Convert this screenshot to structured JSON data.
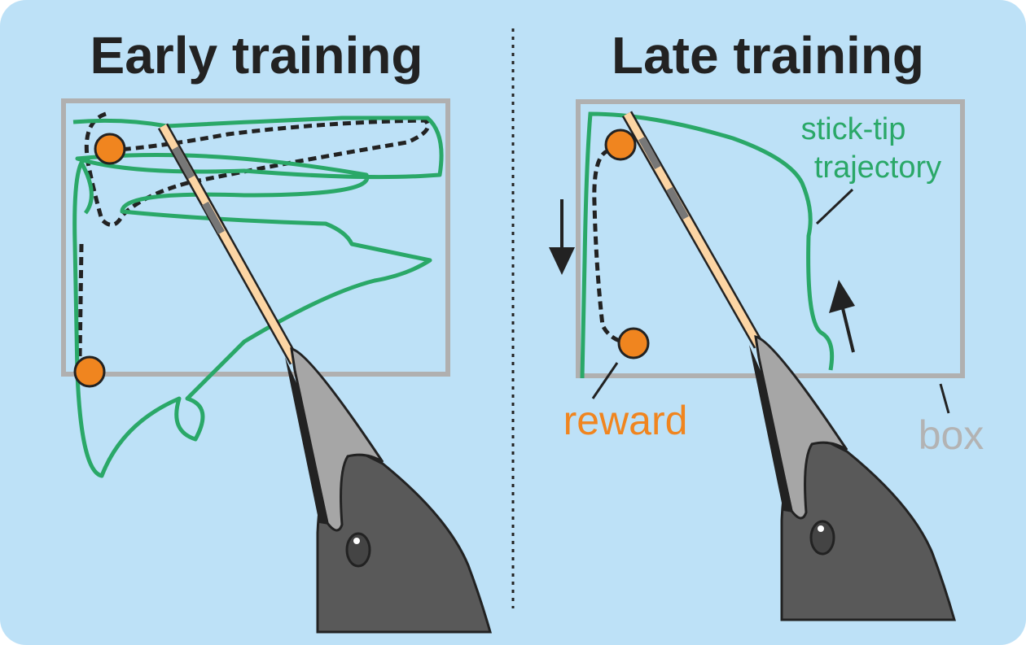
{
  "panels": {
    "left": {
      "title": "Early training"
    },
    "right": {
      "title": "Late training"
    }
  },
  "labels": {
    "trajectory_line1": "stick-tip",
    "trajectory_line2": "trajectory",
    "reward": "reward",
    "box": "box"
  },
  "colors": {
    "background": "#bde1f7",
    "trajectory": "#2aa868",
    "reward": "#f0851f",
    "box": "#b0b0b0",
    "stick": "#fcd5a4",
    "head": "#595959"
  }
}
